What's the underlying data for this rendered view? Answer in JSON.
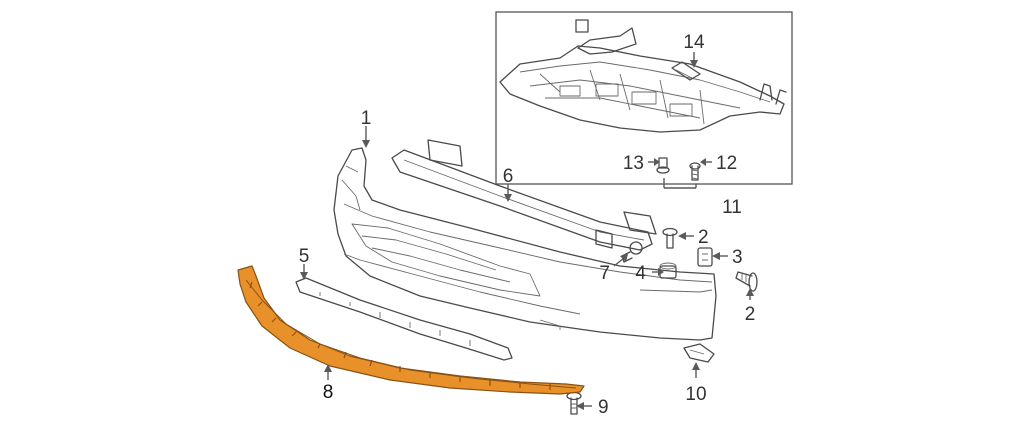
{
  "colors": {
    "highlight": "#e8902a",
    "line": "#4a4a4a",
    "background": "#ffffff"
  },
  "callouts": {
    "c1": "1",
    "c2a": "2",
    "c2b": "2",
    "c3": "3",
    "c4": "4",
    "c5": "5",
    "c6": "6",
    "c7": "7",
    "c8": "8",
    "c9": "9",
    "c10": "10",
    "c11": "11",
    "c12": "12",
    "c13": "13",
    "c14": "14"
  }
}
